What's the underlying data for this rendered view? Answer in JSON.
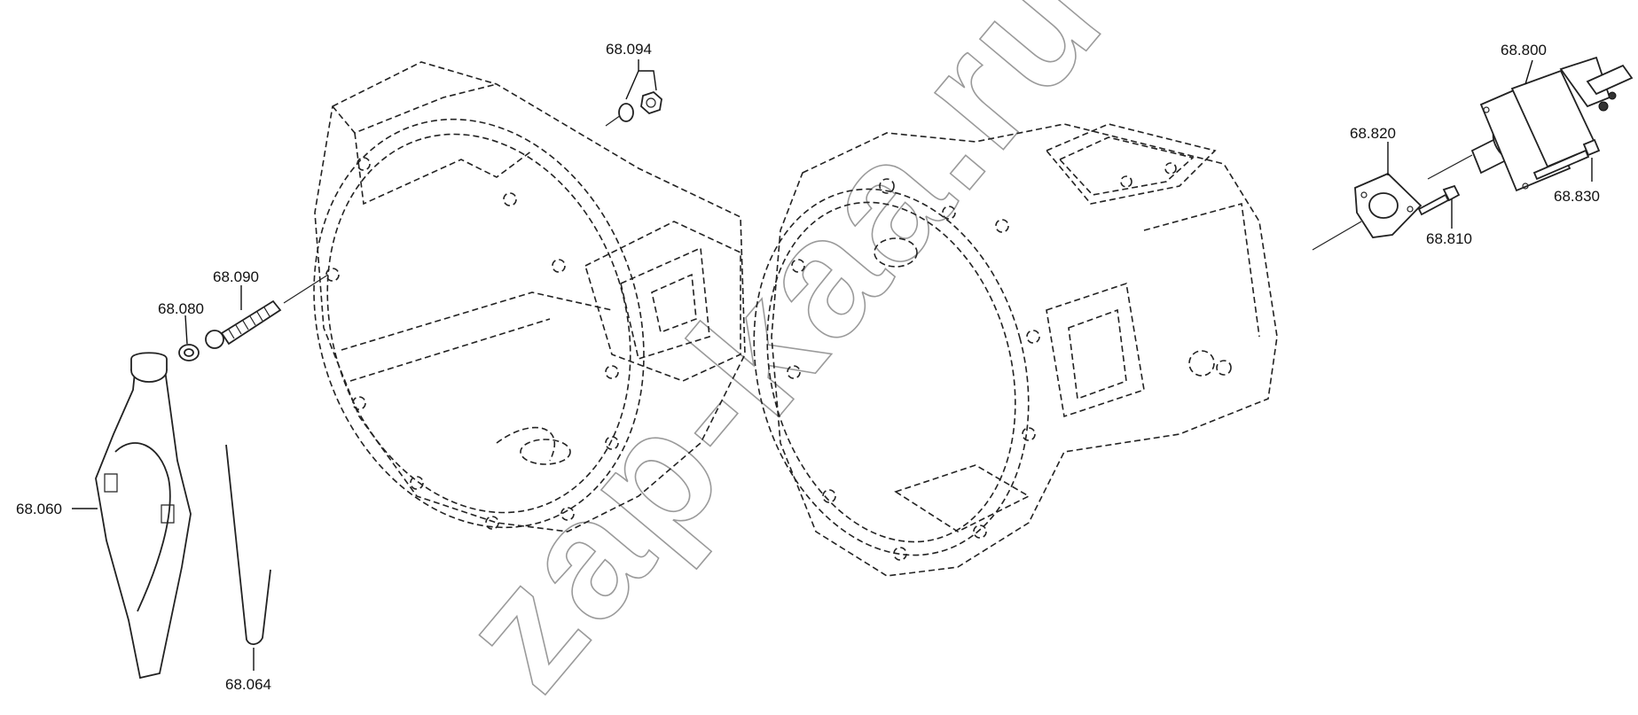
{
  "watermark": "zap-kaa.ru",
  "parts": {
    "p68060": "68.060",
    "p68064": "68.064",
    "p68080": "68.080",
    "p68090": "68.090",
    "p68094": "68.094",
    "p68800": "68.800",
    "p68810": "68.810",
    "p68820": "68.820",
    "p68830": "68.830"
  }
}
